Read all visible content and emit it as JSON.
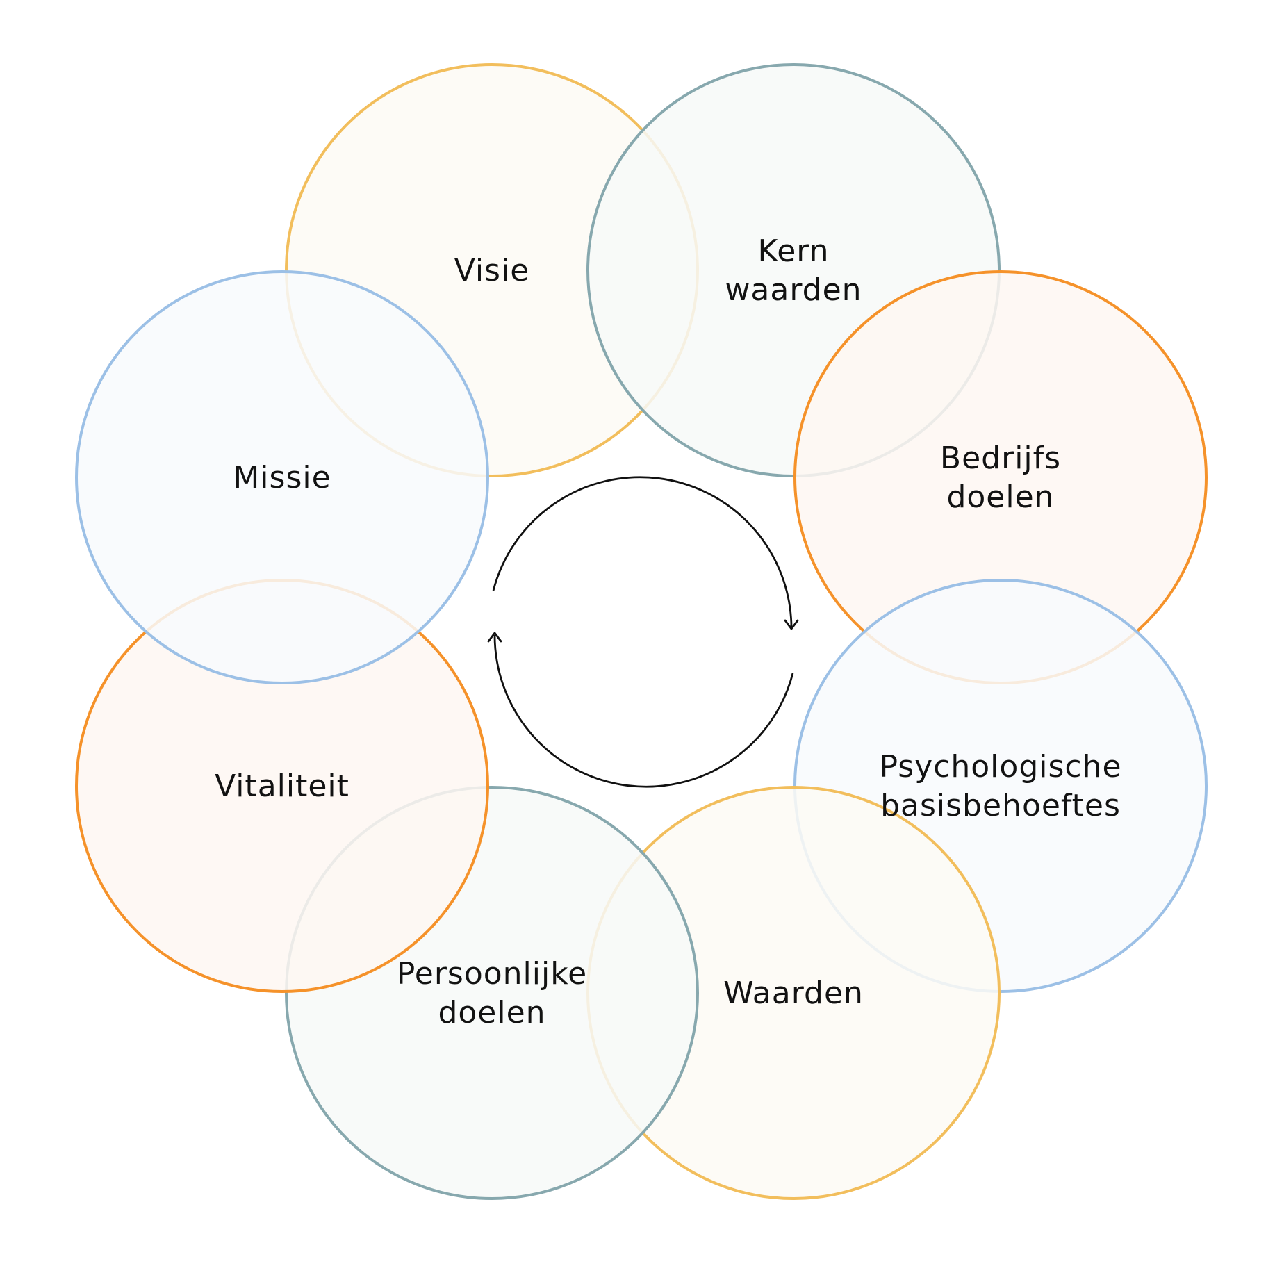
{
  "nodes": [
    {
      "id": "visie",
      "lines": [
        "Visie"
      ],
      "stroke": "#F2BE5C",
      "fill": "#FDFAF5"
    },
    {
      "id": "kern-waarden",
      "lines": [
        "Kern",
        "waarden"
      ],
      "stroke": "#87A8AE",
      "fill": "#F7F9F8"
    },
    {
      "id": "bedrijfs-doelen",
      "lines": [
        "Bedrijfs",
        "doelen"
      ],
      "stroke": "#F5922A",
      "fill": "#FEF7F2"
    },
    {
      "id": "psychologische-basisbehoeftes",
      "lines": [
        "Psychologische",
        "basisbehoeftes"
      ],
      "stroke": "#9CC0E6",
      "fill": "#F8FAFD"
    },
    {
      "id": "waarden",
      "lines": [
        "Waarden"
      ],
      "stroke": "#F2BE5C",
      "fill": "#FDFAF5"
    },
    {
      "id": "persoonlijke-doelen",
      "lines": [
        "Persoonlijke",
        "doelen"
      ],
      "stroke": "#87A8AE",
      "fill": "#F7F9F8"
    },
    {
      "id": "vitaliteit",
      "lines": [
        "Vitaliteit"
      ],
      "stroke": "#F5922A",
      "fill": "#FEF7F2"
    },
    {
      "id": "missie",
      "lines": [
        "Missie"
      ],
      "stroke": "#9CC0E6",
      "fill": "#F8FAFD"
    }
  ],
  "cycle": {
    "direction": "clockwise",
    "color": "#111111"
  }
}
